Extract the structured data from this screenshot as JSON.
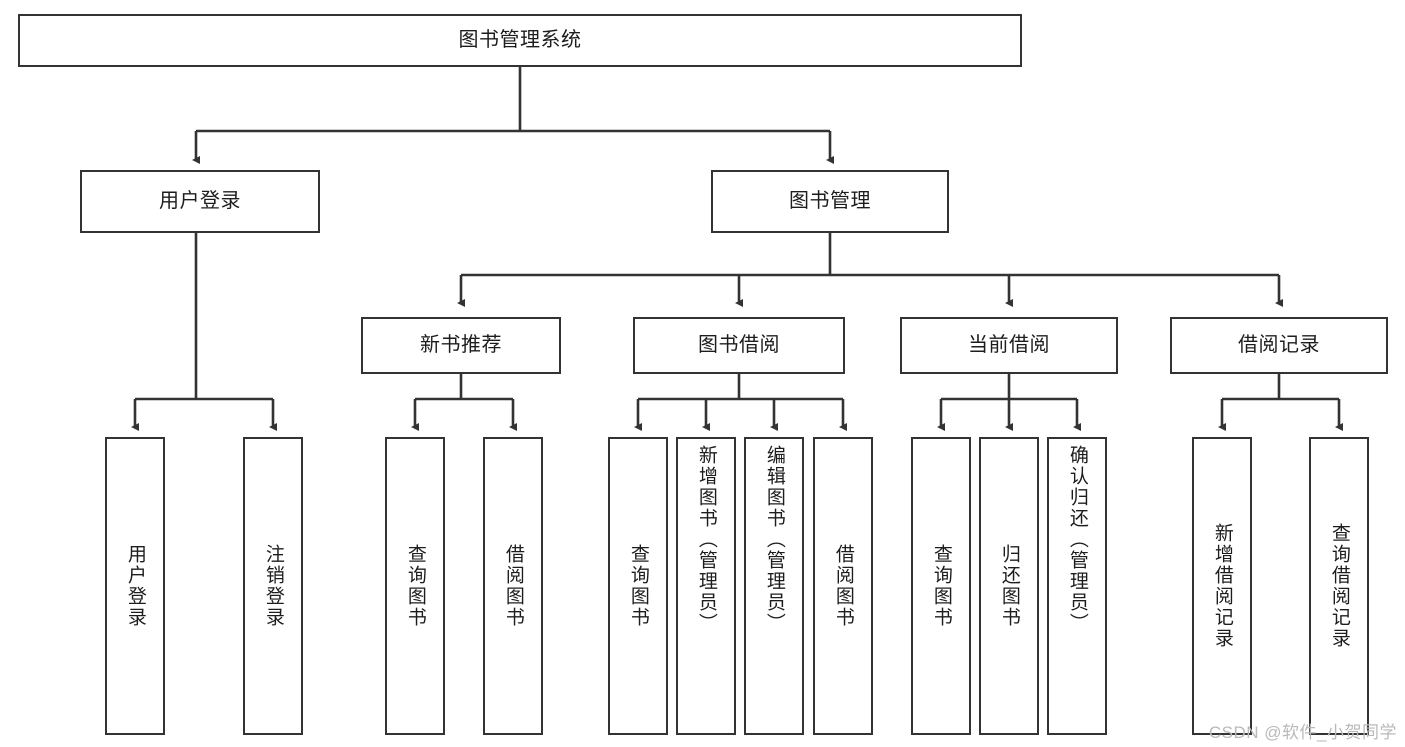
{
  "diagram": {
    "title": "图书管理系统",
    "type": "tree-hierarchy-diagram",
    "colors": {
      "box_border": "#333333",
      "box_fill": "#ffffff",
      "edge": "#333333",
      "text": "#1d1d1d",
      "watermark": "#b9b9b9",
      "background": "#ffffff"
    }
  },
  "root": {
    "label": "图书管理系统"
  },
  "level2": [
    {
      "label": "用户登录"
    },
    {
      "label": "图书管理"
    }
  ],
  "level3": [
    {
      "label": "新书推荐"
    },
    {
      "label": "图书借阅"
    },
    {
      "label": "当前借阅"
    },
    {
      "label": "借阅记录"
    }
  ],
  "leaves": {
    "user_login": [
      {
        "label": "用户登录"
      },
      {
        "label": "注销登录"
      }
    ],
    "new_book_recommend": [
      {
        "label": "查询图书"
      },
      {
        "label": "借阅图书"
      }
    ],
    "book_borrow": [
      {
        "label": "查询图书"
      },
      {
        "label": "新增图书（管理员）"
      },
      {
        "label": "编辑图书（管理员）"
      },
      {
        "label": "借阅图书"
      }
    ],
    "current_borrow": [
      {
        "label": "查询图书"
      },
      {
        "label": "归还图书"
      },
      {
        "label": "确认归还（管理员）"
      }
    ],
    "borrow_record": [
      {
        "label": "新增借阅记录"
      },
      {
        "label": "查询借阅记录"
      }
    ]
  },
  "watermark": {
    "text": "CSDN @软件_小贺同学"
  }
}
